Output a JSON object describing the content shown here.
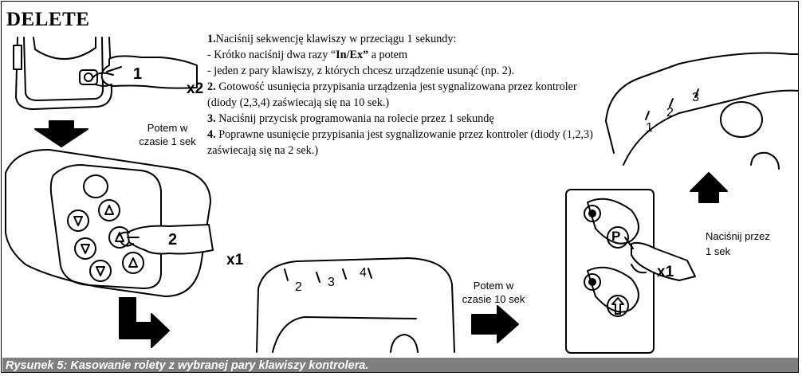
{
  "title": "DELETE",
  "steps": {
    "s1_num": "1.",
    "s1_text": "Naciśnij sekwencję klawiszy w przeciągu 1 sekundy:",
    "s1a_pre": "- Krótko naciśnij dwa razy “",
    "s1a_key": "In/Ex”",
    "s1a_post": " a potem",
    "s1b": "- jeden z pary klawiszy, z których chcesz  urządzenie usunąć (np. 2).",
    "s2_num": "2.",
    "s2_text": " Gotowość usunięcia przypisania urządzenia jest sygnalizowana przez kontroler (diody (2,3,4) zaświecają się na 10 sek.)",
    "s3_num": "3.",
    "s3_text": " Naciśnij przycisk programowania na rolecie przez 1 sekundę",
    "s4_num": "4.",
    "s4_text": " Poprawne usunięcie przypisania jest sygnalizowanie przez kontroler (diody (1,2,3)  zaświecają się na 2 sek.)"
  },
  "labels": {
    "x2": "x2",
    "x1_left": "x1",
    "x1_right": "x1",
    "press1": "1",
    "press2": "2",
    "then_1s_line1": "Potem w",
    "then_1s_line2": "czasie 1 sek",
    "then_10s_line1": "Potem w",
    "then_10s_line2": "czasie  10 sek",
    "press_1s_line1": "Naciśnij przez",
    "press_1s_line2": "1 sek",
    "led_mid_2": "2",
    "led_mid_3": "3",
    "led_mid_4": "4",
    "led_top_1": "1",
    "led_top_2": "2",
    "led_top_3": "3",
    "p_button": "P"
  },
  "caption": "Rysunek 5: Kasowanie rolety z wybranej pary klawiszy kontrolera.",
  "colors": {
    "caption_bg": "#7f7f7f",
    "caption_text": "#ffffff",
    "ink": "#000000"
  }
}
